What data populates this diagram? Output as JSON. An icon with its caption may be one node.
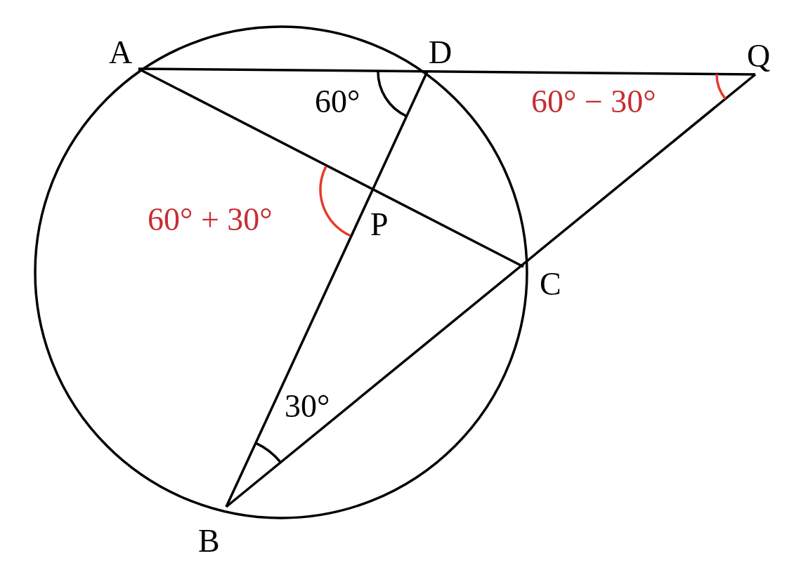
{
  "diagram": {
    "labels": [
      "A",
      "D",
      "Q",
      "60°",
      "60° − 30°",
      "60° + 30°",
      "P",
      "C",
      "30°",
      "B"
    ]
  }
}
